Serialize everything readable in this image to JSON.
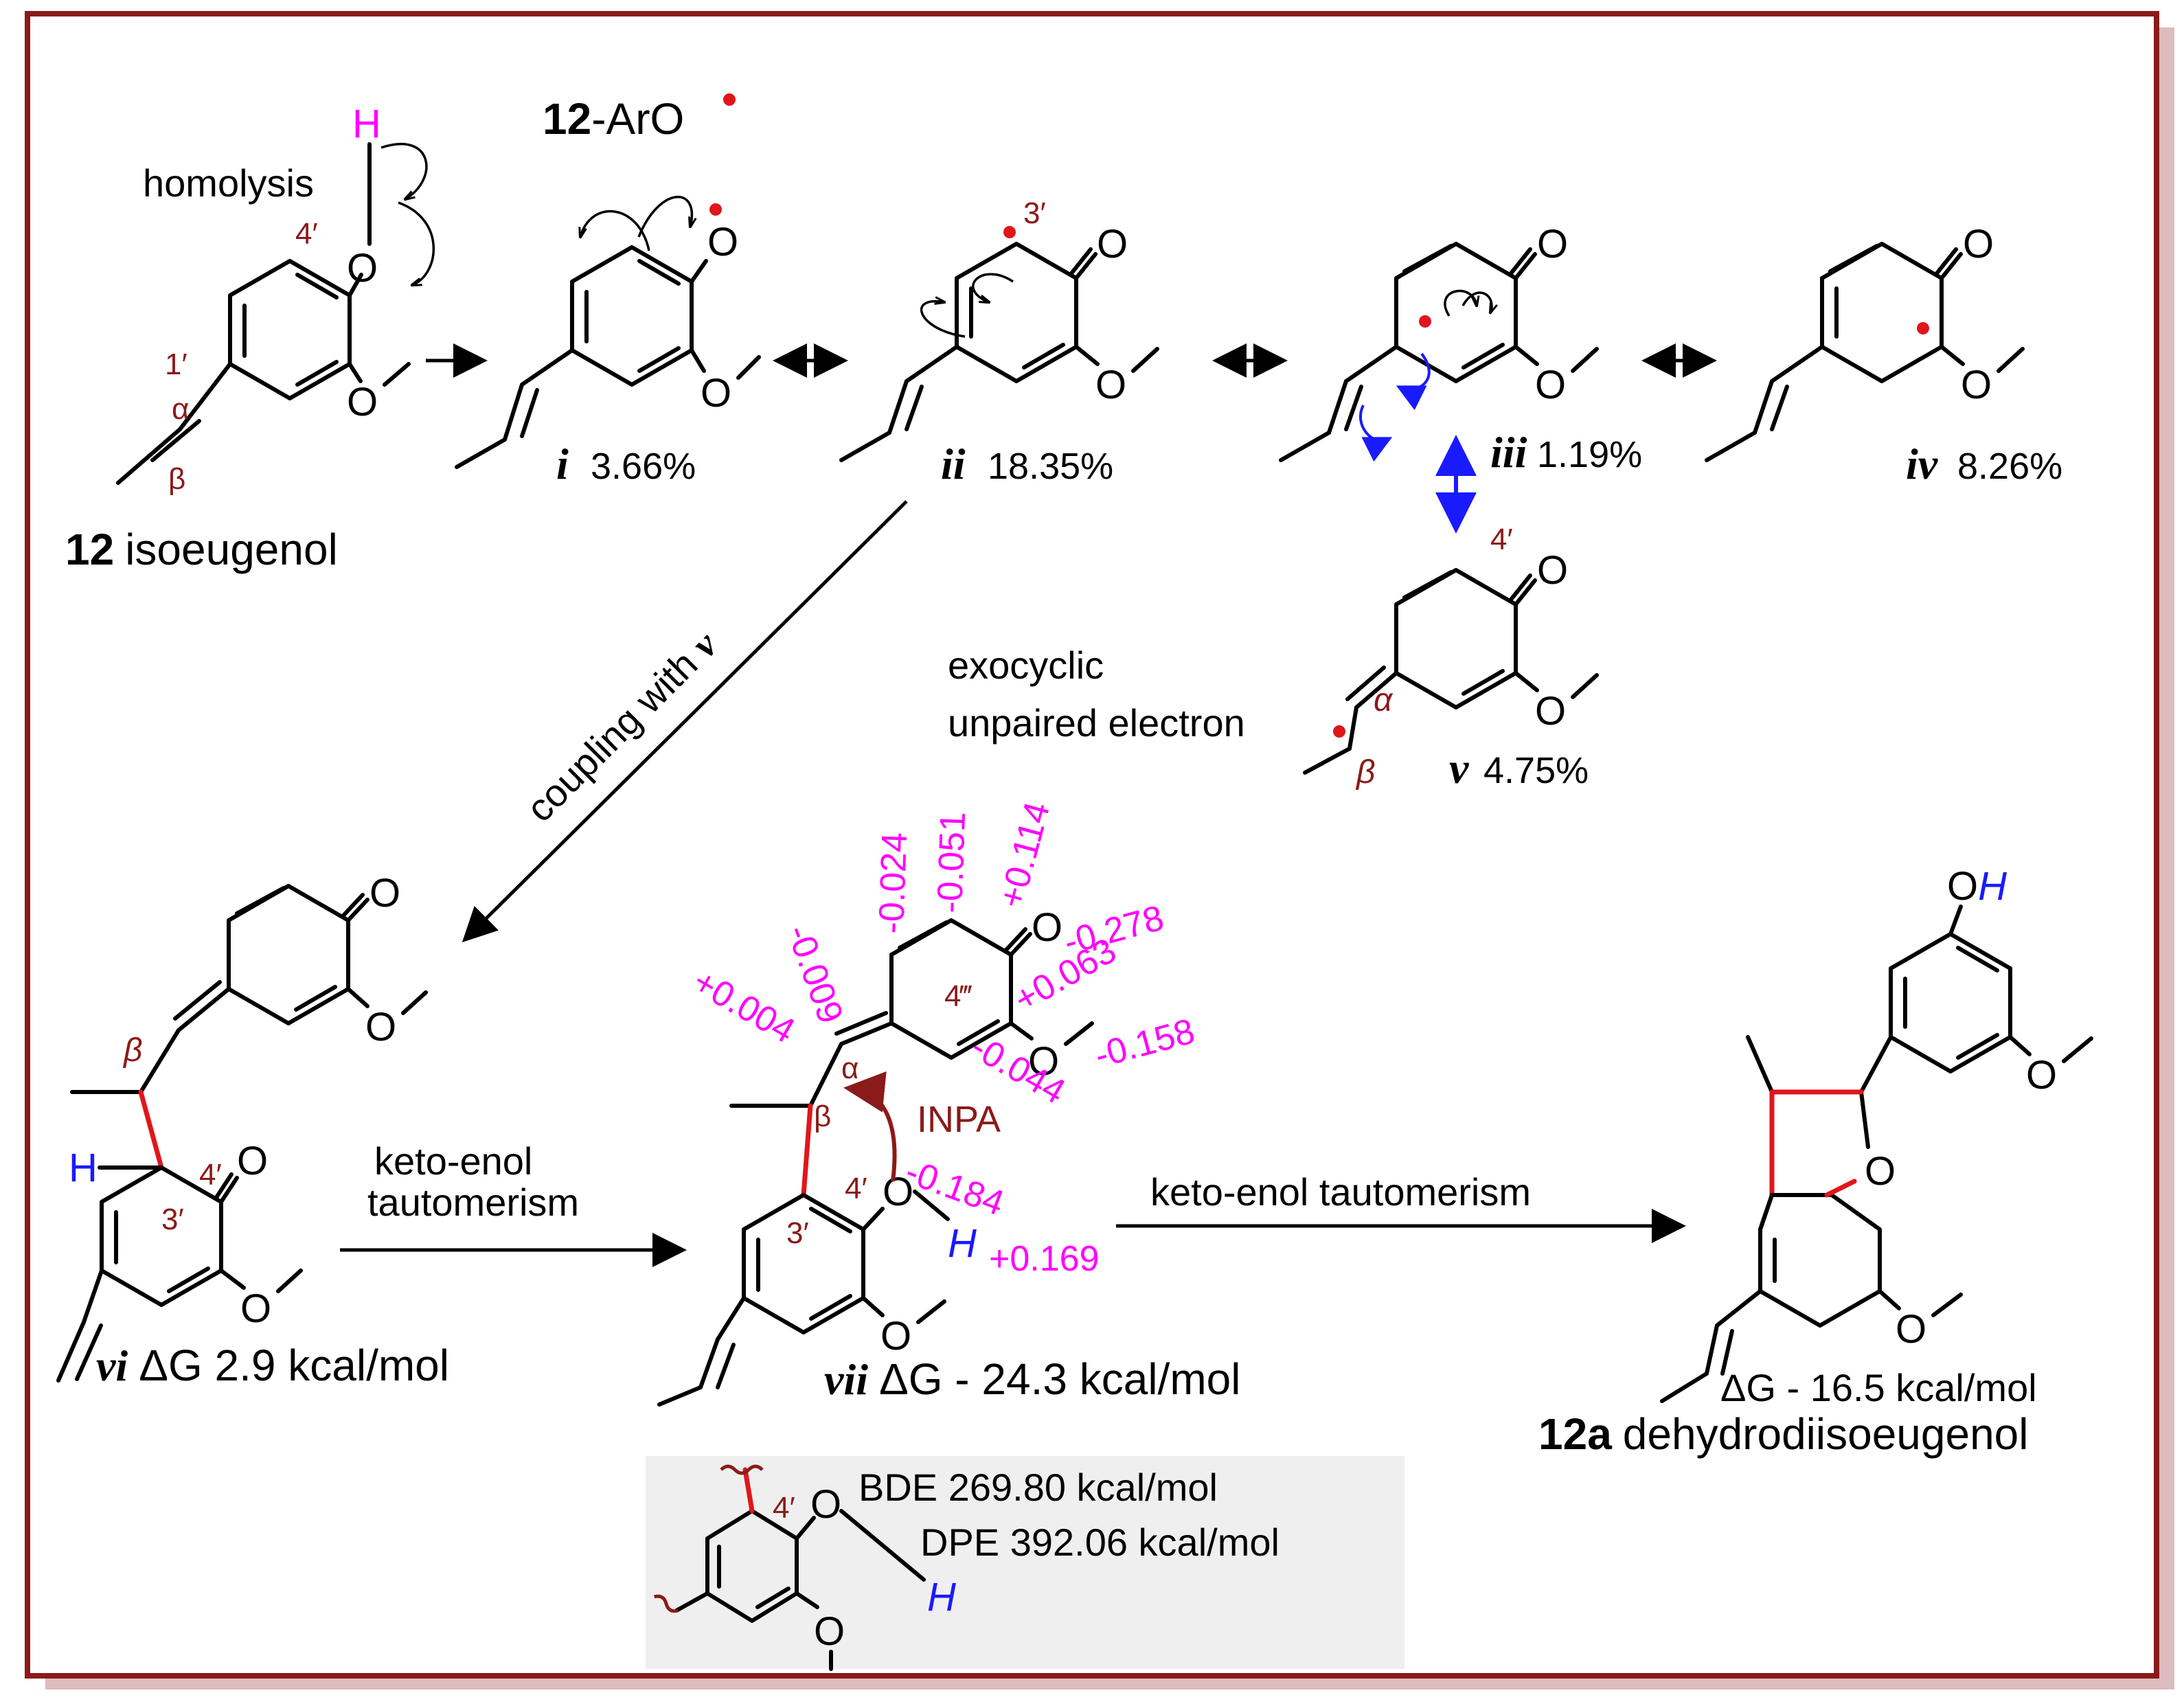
{
  "colors": {
    "frame": "#8b1a1a",
    "radical": "#e0161b",
    "hydrogen_blue": "#1a1aff",
    "hydrogen_magenta": "#ff00ff",
    "charge": "#ff00ff",
    "position_label": "#8b1a1a",
    "inset_bg": "#efefef"
  },
  "title": {
    "prefix": "12",
    "suffix": "-ArO"
  },
  "start": {
    "number": "12",
    "name": "isoeugenol",
    "homolysis": "homolysis",
    "H": "H",
    "O": "O",
    "pos_4p": "4′",
    "pos_1p": "1′",
    "alpha": "α",
    "beta": "β"
  },
  "resonance": {
    "i": {
      "label": "i",
      "pct": "3.66%"
    },
    "ii": {
      "label": "ii",
      "pct": "18.35%",
      "pos": "3′"
    },
    "iii": {
      "label": "iii",
      "pct": "1.19%"
    },
    "iv": {
      "label": "iv",
      "pct": "8.26%"
    },
    "v": {
      "label": "v",
      "pct": "4.75%",
      "pos": "4′",
      "alpha": "α",
      "beta": "β",
      "note_line1": "exocyclic",
      "note_line2": "unpaired electron"
    }
  },
  "coupling": {
    "text": "coupling with ",
    "ref": "v"
  },
  "vi": {
    "label": "vi",
    "dg": "ΔG 2.9 kcal/mol",
    "H": "H",
    "beta": "β",
    "pos_4p": "4′",
    "pos_3p": "3′"
  },
  "arrow1": {
    "line1": "keto-enol",
    "line2": "tautomerism"
  },
  "vii": {
    "label": "vii",
    "dg": "ΔG - 24.3 kcal/mol",
    "alpha": "α",
    "beta": "β",
    "pos_4pp": "4‴",
    "pos_4p": "4′",
    "pos_3p": "3′",
    "inpa": "INPA",
    "H": "H",
    "charges": {
      "c1": "-0.024",
      "c2": "-0.051",
      "c3": "+0.114",
      "o_carbonyl": "-0.278",
      "c4": "+0.063",
      "o_methoxy": "-0.158",
      "c5": "-0.044",
      "c_alpha": "-0.009",
      "c_beta": "+0.004",
      "o_h": "-0.184",
      "h": "+0.169"
    }
  },
  "arrow2": {
    "text": "keto-enol tautomerism"
  },
  "product": {
    "number": "12a",
    "name": "dehydrodiisoeugenol",
    "dg": "ΔG  - 16.5 kcal/mol",
    "oh": "OH"
  },
  "inset": {
    "bde": "BDE 269.80 kcal/mol",
    "dpe": "DPE 392.06 kcal/mol",
    "pos_4p": "4′",
    "O": "O",
    "H": "H"
  }
}
